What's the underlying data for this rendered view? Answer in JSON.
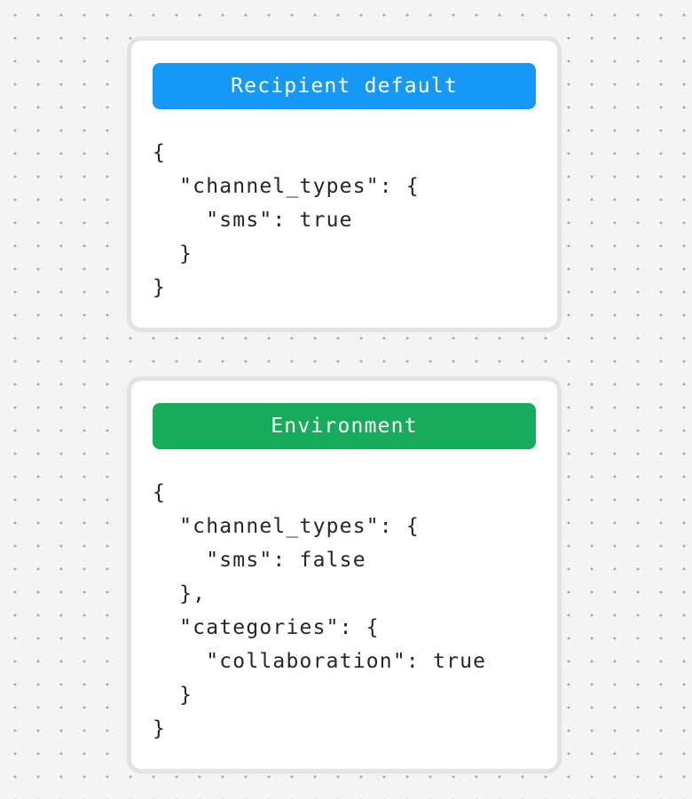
{
  "page": {
    "background_color": "#f4f4f4",
    "dot_color": "#a9a9a9",
    "card_border_color": "#e3e3e3",
    "code_text_color": "#262626"
  },
  "cards": [
    {
      "name": "recipient-default",
      "header": {
        "label": "Recipient default",
        "color": "#1598f8",
        "text_color": "#ffffff"
      },
      "code_lines": [
        "{",
        "  \"channel_types\": {",
        "    \"sms\": true",
        "  }",
        "}"
      ]
    },
    {
      "name": "environment",
      "header": {
        "label": "Environment",
        "color": "#17ac5c",
        "text_color": "#ffffff"
      },
      "code_lines": [
        "{",
        "  \"channel_types\": {",
        "    \"sms\": false",
        "  },",
        "  \"categories\": {",
        "    \"collaboration\": true",
        "  }",
        "}"
      ]
    }
  ]
}
